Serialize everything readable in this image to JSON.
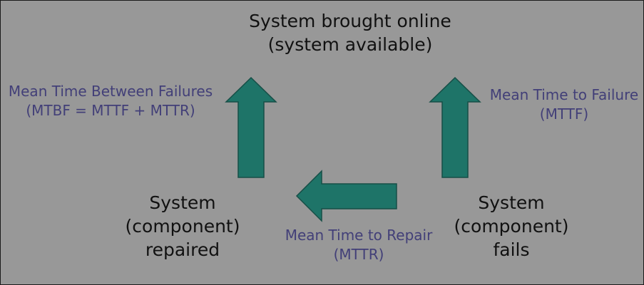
{
  "nodes": {
    "online": {
      "line1": "System brought online",
      "line2": "(system available)"
    },
    "repaired": {
      "line1": "System",
      "line2": "(component)",
      "line3": "repaired"
    },
    "fails": {
      "line1": "System",
      "line2": "(component)",
      "line3": "fails"
    }
  },
  "metrics": {
    "mtbf": {
      "line1": "Mean Time Between Failures",
      "line2": "(MTBF = MTTF + MTTR)"
    },
    "mttf": {
      "line1": "Mean Time to Failure",
      "line2": "(MTTF)"
    },
    "mttr": {
      "line1": "Mean Time to Repair",
      "line2": "(MTTR)"
    }
  },
  "colors": {
    "background": "#989898",
    "arrow_fill": "#1e7468",
    "metric_text": "#423f78",
    "node_text": "#111111"
  }
}
